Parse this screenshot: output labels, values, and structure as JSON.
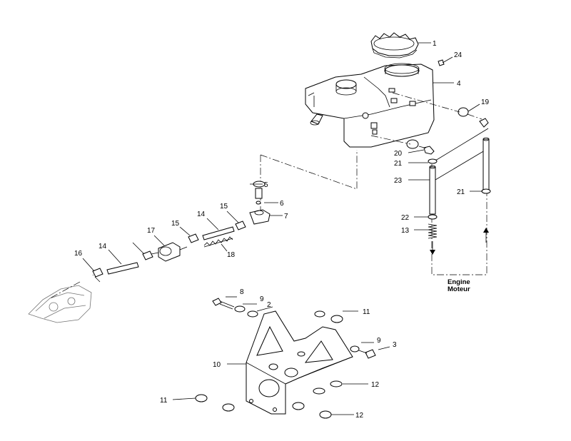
{
  "diagram": {
    "callouts": [
      "1",
      "24",
      "4",
      "19",
      "20",
      "21",
      "23",
      "21",
      "22",
      "13",
      "5",
      "6",
      "7",
      "15",
      "14",
      "17",
      "15",
      "14",
      "16",
      "18",
      "8",
      "9",
      "2",
      "11",
      "9",
      "3",
      "10",
      "12",
      "11",
      "12"
    ],
    "note_lines": [
      "Engine",
      "Moteur"
    ]
  }
}
